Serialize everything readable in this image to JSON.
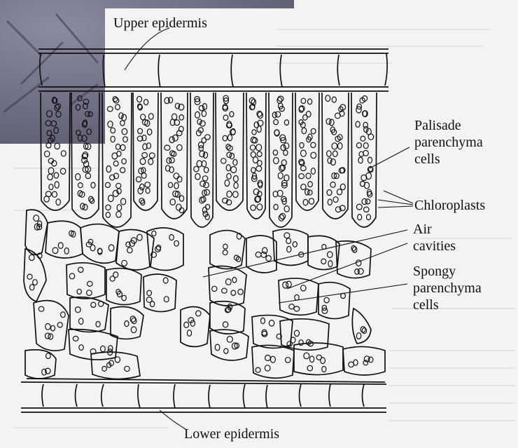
{
  "labels": {
    "upper_epidermis": "Upper epidermis",
    "palisade": [
      "Palisade",
      "parenchyma",
      "cells"
    ],
    "chloroplasts": "Chloroplasts",
    "air_cavities": [
      "Air",
      "cavities"
    ],
    "spongy": [
      "Spongy",
      "parenchyma",
      "cells"
    ],
    "lower_epidermis": "Lower epidermis"
  },
  "colors": {
    "ink": "#111111",
    "paper": "#f7f7f5"
  }
}
